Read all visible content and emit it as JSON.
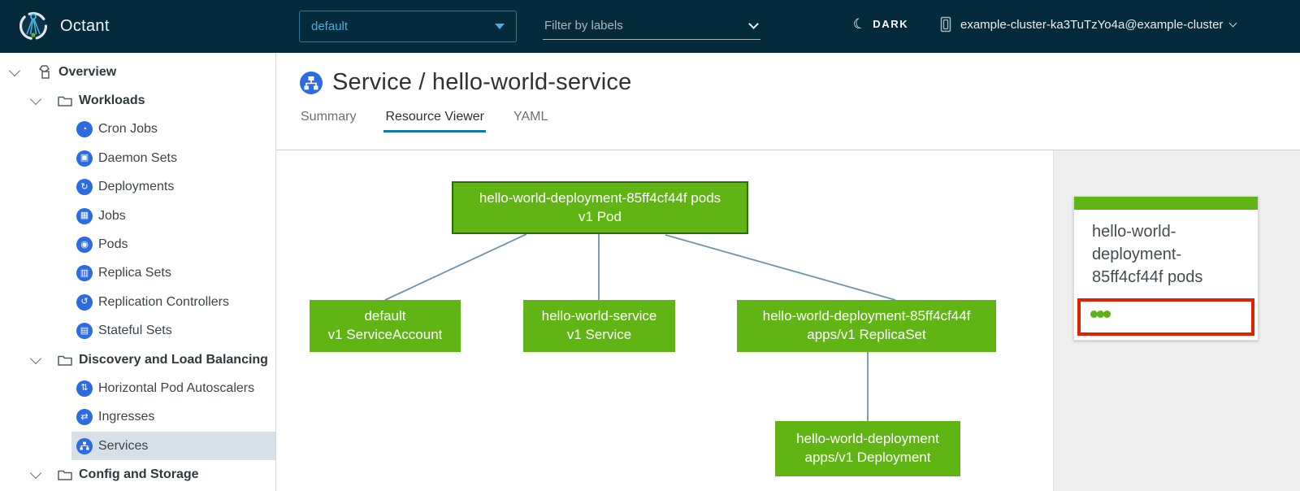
{
  "header": {
    "app_name": "Octant",
    "namespace_dropdown": {
      "value": "default"
    },
    "filter": {
      "placeholder": "Filter by labels"
    },
    "theme_toggle": {
      "label": "DARK"
    },
    "cluster": {
      "label": "example-cluster-ka3TuTzYo4a@example-cluster"
    }
  },
  "sidebar": {
    "items": [
      {
        "label": "Overview",
        "icon": "overview-icon",
        "level": 0,
        "expanded": true
      },
      {
        "label": "Workloads",
        "icon": "folder-icon",
        "level": 1,
        "expanded": true
      },
      {
        "label": "Cron Jobs",
        "icon": "cron-jobs-icon",
        "level": 2
      },
      {
        "label": "Daemon Sets",
        "icon": "daemon-sets-icon",
        "level": 2
      },
      {
        "label": "Deployments",
        "icon": "deployments-icon",
        "level": 2
      },
      {
        "label": "Jobs",
        "icon": "jobs-icon",
        "level": 2
      },
      {
        "label": "Pods",
        "icon": "pods-icon",
        "level": 2
      },
      {
        "label": "Replica Sets",
        "icon": "replica-sets-icon",
        "level": 2
      },
      {
        "label": "Replication Controllers",
        "icon": "replication-controllers-icon",
        "level": 2
      },
      {
        "label": "Stateful Sets",
        "icon": "stateful-sets-icon",
        "level": 2
      },
      {
        "label": "Discovery and Load Balancing",
        "icon": "folder-icon",
        "level": 1,
        "expanded": true
      },
      {
        "label": "Horizontal Pod Autoscalers",
        "icon": "hpa-icon",
        "level": 2
      },
      {
        "label": "Ingresses",
        "icon": "ingresses-icon",
        "level": 2
      },
      {
        "label": "Services",
        "icon": "services-icon",
        "level": 2,
        "selected": true
      },
      {
        "label": "Config and Storage",
        "icon": "folder-icon",
        "level": 1,
        "expanded": true
      }
    ]
  },
  "main": {
    "title": "Service / hello-world-service",
    "tabs": [
      {
        "label": "Summary",
        "active": false
      },
      {
        "label": "Resource Viewer",
        "active": true
      },
      {
        "label": "YAML",
        "active": false
      }
    ]
  },
  "graph": {
    "nodes": [
      {
        "id": "pod",
        "line1": "hello-world-deployment-85ff4cf44f pods",
        "line2": "v1 Pod",
        "selected": true
      },
      {
        "id": "serviceaccount",
        "line1": "default",
        "line2": "v1 ServiceAccount",
        "selected": false
      },
      {
        "id": "service",
        "line1": "hello-world-service",
        "line2": "v1 Service",
        "selected": false
      },
      {
        "id": "replicaset",
        "line1": "hello-world-deployment-85ff4cf44f",
        "line2": "apps/v1 ReplicaSet",
        "selected": false
      },
      {
        "id": "deployment",
        "line1": "hello-world-deployment",
        "line2": "apps/v1 Deployment",
        "selected": false
      }
    ]
  },
  "detail_panel": {
    "card": {
      "title": "hello-world-deployment-85ff4cf44f pods",
      "status_dots": 3
    }
  },
  "icons": {
    "moon-icon": "☾",
    "cron-jobs-icon": "◔",
    "daemon-sets-icon": "▣",
    "deployments-icon": "↻",
    "jobs-icon": "▦",
    "pods-icon": "◉",
    "replica-sets-icon": "▥",
    "replication-controllers-icon": "↺",
    "stateful-sets-icon": "▤",
    "hpa-icon": "⇅",
    "ingresses-icon": "⇄",
    "services-icon": "sitemap-svg"
  },
  "colors": {
    "header_bg": "#052a3c",
    "accent_blue": "#49afd9",
    "k8s_icon_blue": "#2d6be0",
    "node_green": "#60b515",
    "node_selected_border": "#2e6b00",
    "edge_blue": "#6f93ab",
    "status_red": "#e12200",
    "selected_row_bg": "#d8e0e7",
    "tab_active_underline": "#0f7ab0"
  }
}
